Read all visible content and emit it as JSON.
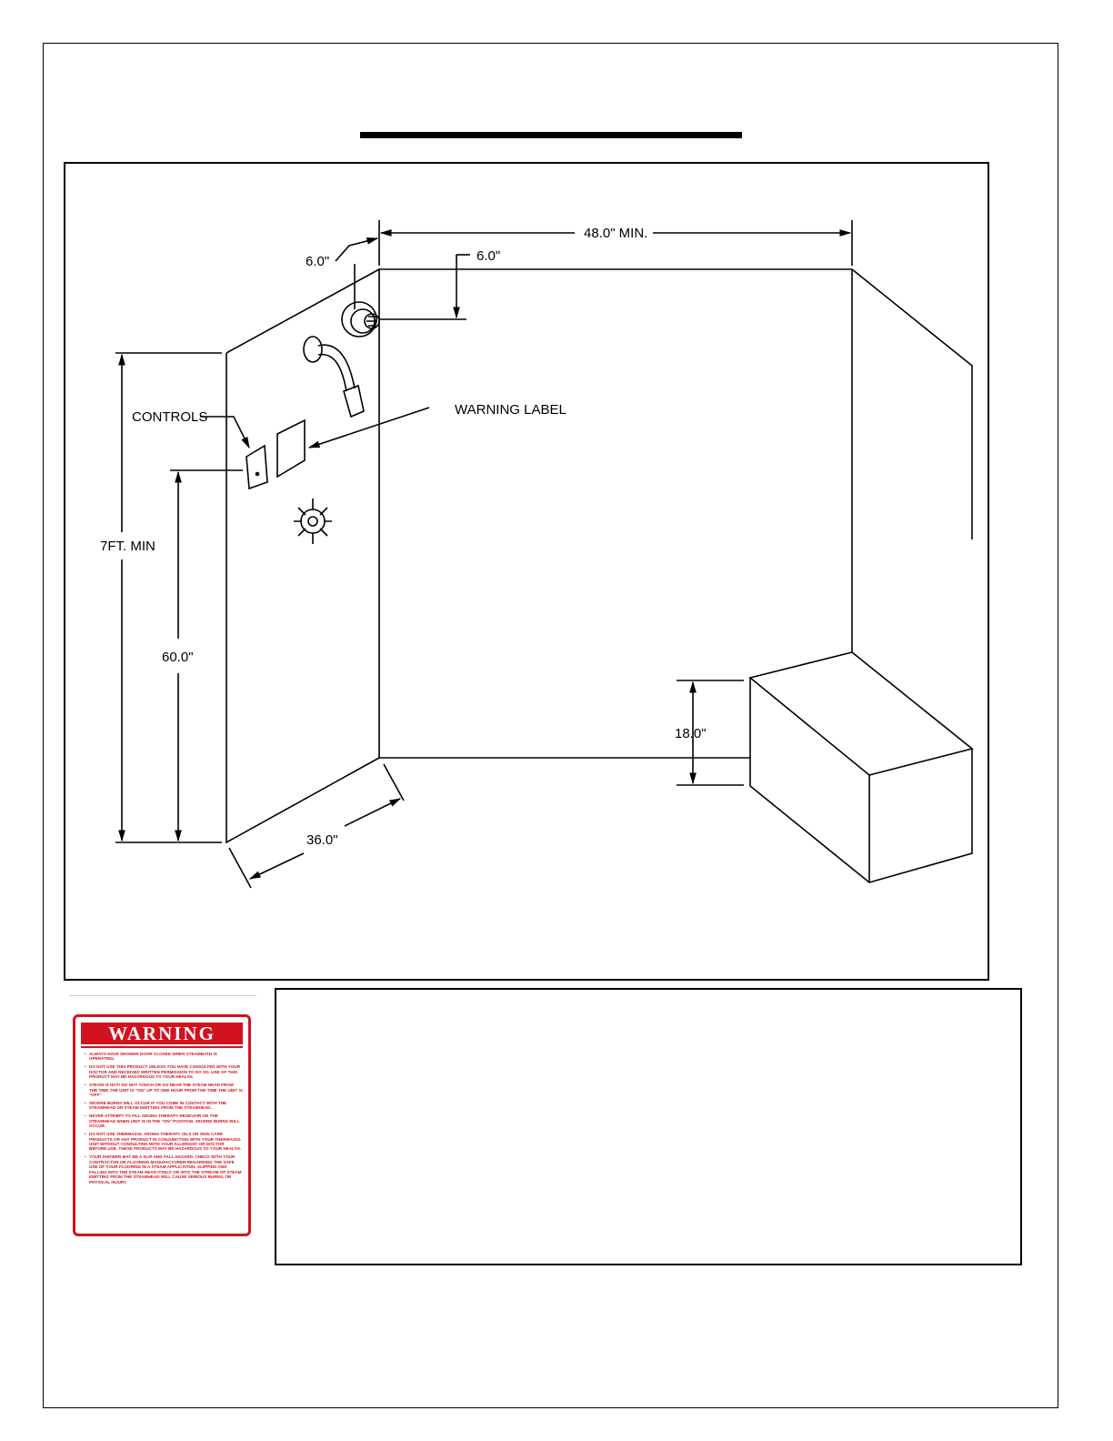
{
  "diagram": {
    "labels": {
      "width_top": "48.0\" MIN.",
      "steamhead_offset_side": "6.0\"",
      "steamhead_offset_top": "6.0\"",
      "controls": "CONTROLS",
      "warning_label": "WARNING LABEL",
      "height_total": "7FT. MIN",
      "controls_height": "60.0\"",
      "depth": "36.0\"",
      "bench_height": "18.0\""
    }
  },
  "warning_card": {
    "title": "WARNING",
    "items": [
      "ALWAYS HAVE SHOWER DOOR CLOSED WHEN STEAMBATH IS OPERATING.",
      "DO NOT USE THIS PRODUCT UNLESS YOU HAVE CONSULTED WITH YOUR DOCTOR AND RECEIVED WRITTEN PERMISSION TO DO SO. USE OF THIS PRODUCT MAY BE HAZARDOUS TO YOUR HEALTH.",
      "STEAM IS HOT! DO NOT TOUCH OR GO NEAR THE STEAM HEAD FROM THE TIME THE UNIT IS \"ON\" UP TO ONE HOUR FROM THE TIME THE UNIT IS \"OFF\".",
      "SEVERE BURNS WILL OCCUR IF YOU COME IN CONTACT WITH THE STEAMHEAD OR STEAM EMITTING FROM THE STEAMHEAD.",
      "NEVER ATTEMPT TO FILL AROMA THERAPY RESEVOIR ON THE STEAMHEAD WHEN UNIT IS IN THE \"ON\" POSITION. SEVERE BURNS WILL OCCUR.",
      "DO NOT USE THERMASOL AROMA THERAPY OILS OR SKIN CARE PRODUCTS OR ANY PRODUCT IN CONJUNCTION WITH YOUR THERMASOL UNIT WITHOUT CONSULTING WITH YOUR ALLERGIST OR DOCTOR BEFORE USE. THESE PRODUCTS MAY BE HAZARDOUS TO YOUR HEALTH.",
      "YOUR SHOWER MAY BE A SLIP AND FALL HAZARD. CHECK WITH YOUR CONTRACTOR OR FLOORING MANUFACTURER REGARDING THE SAFE USE OF YOUR FLOORING IN A STEAM APPLICATION. SLIPPING AND FALLING INTO THE STEAM HEAD ITSELF OR INTO THE STREAM OF STEAM EMITTING FROM THE STEAMHEAD WILL CAUSE SERIOUS BURNS, OR PHYSICAL INJURY."
    ]
  },
  "colors": {
    "warning_red": "#d0131f",
    "line": "#000000"
  }
}
